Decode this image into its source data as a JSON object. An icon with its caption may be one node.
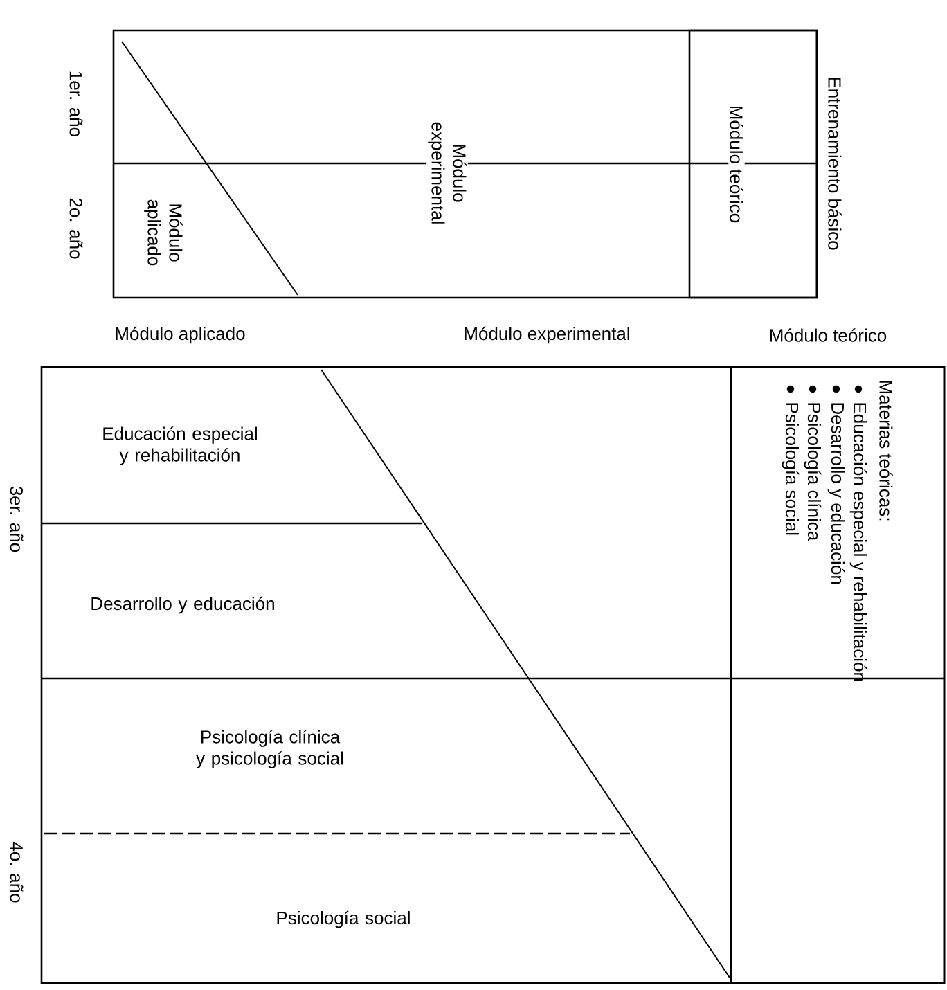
{
  "diagram": {
    "nodes": [
      {
        "text": [
          "Entrenamiento básico"
        ]
      },
      {
        "text": [
          "Módulo experimental"
        ],
        "in": 0
      },
      {
        "text": [
          "Módulo aplicado"
        ],
        "in": 0
      },
      {
        "text": [
          "Módulo teórico"
        ],
        "in": 0
      },
      {
        "text": [
          "Educación especial y rehabilitación"
        ]
      },
      {
        "text": [
          "Desarrollo y educación"
        ]
      },
      {
        "text": [
          "Psicología clínica y psicología social"
        ]
      },
      {
        "text": [
          "Psicología social"
        ]
      },
      {
        "text": [
          "Materias teóricas:",
          "Educación especial y rehabilitación",
          "Desarrollo y educación",
          "Psicología clínica",
          "Psicología social"
        ]
      }
    ],
    "edges": [],
    "labels": [
      "1er. año",
      "2o. año",
      "Módulo aplicado",
      "Módulo experimental",
      "Módulo teórico",
      "3er. año",
      "4o. año"
    ]
  }
}
